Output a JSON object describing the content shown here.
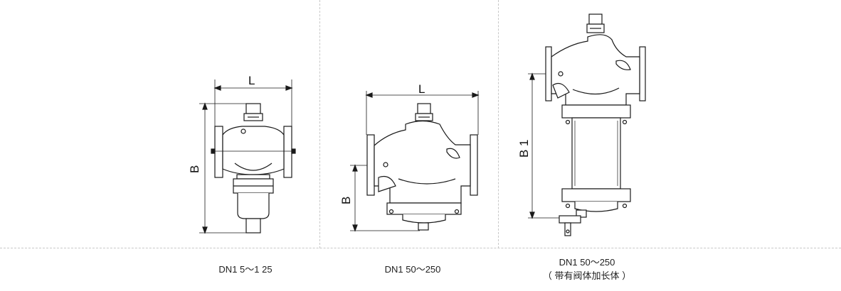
{
  "panels": [
    {
      "dimension_width": "L",
      "dimension_height": "B",
      "caption": "DN1 5～1 25"
    },
    {
      "dimension_width": "L",
      "dimension_height": "B",
      "caption": "DN1 50～250"
    },
    {
      "dimension_height": "B 1",
      "caption": "DN1 50～250",
      "caption_note": "（ 带有阀体加长体 ）"
    }
  ],
  "colors": {
    "line": "#1a1a1a",
    "body_fill": "#ffffff",
    "separator": "#c8c8c8"
  }
}
